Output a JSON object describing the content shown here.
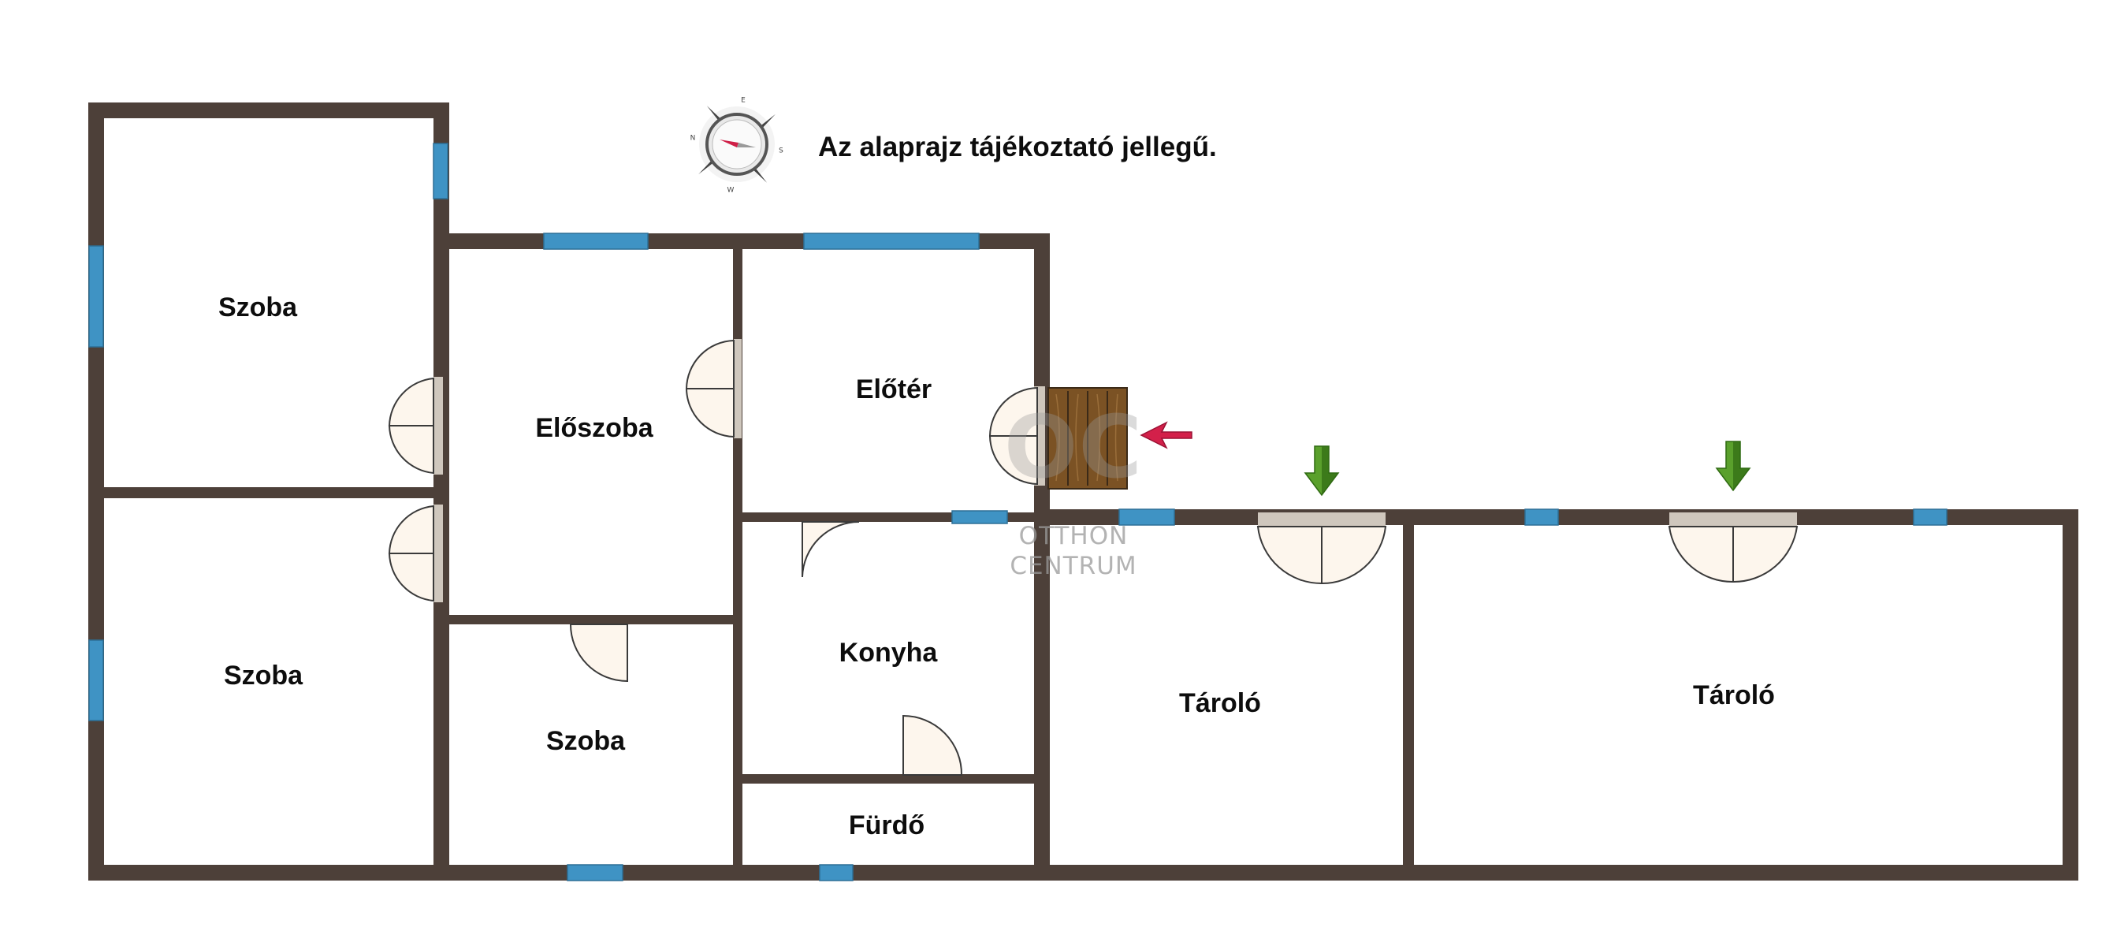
{
  "note": "Az alaprajz tájékoztató jellegű.",
  "rooms": [
    {
      "id": "szoba-1",
      "label": "Szoba"
    },
    {
      "id": "szoba-2",
      "label": "Szoba"
    },
    {
      "id": "eloszoba",
      "label": "Előszoba"
    },
    {
      "id": "szoba-3",
      "label": "Szoba"
    },
    {
      "id": "eloter",
      "label": "Előtér"
    },
    {
      "id": "konyha",
      "label": "Konyha"
    },
    {
      "id": "furdo",
      "label": "Fürdő"
    },
    {
      "id": "tarolo-1",
      "label": "Tároló"
    },
    {
      "id": "tarolo-2",
      "label": "Tároló"
    }
  ],
  "compass": {
    "n": "N",
    "e": "E",
    "s": "S",
    "w": "W"
  },
  "watermark": {
    "logo": "OC",
    "line1": "OTTHON",
    "line2": "CENTRUM"
  },
  "colors": {
    "wall": "#4d4039",
    "window": "#3f93c4",
    "door": "#fdf6ed",
    "entrance_arrow": "#d3204a",
    "storage_arrow": "#5aa02c",
    "stairs": "#7b5224"
  }
}
